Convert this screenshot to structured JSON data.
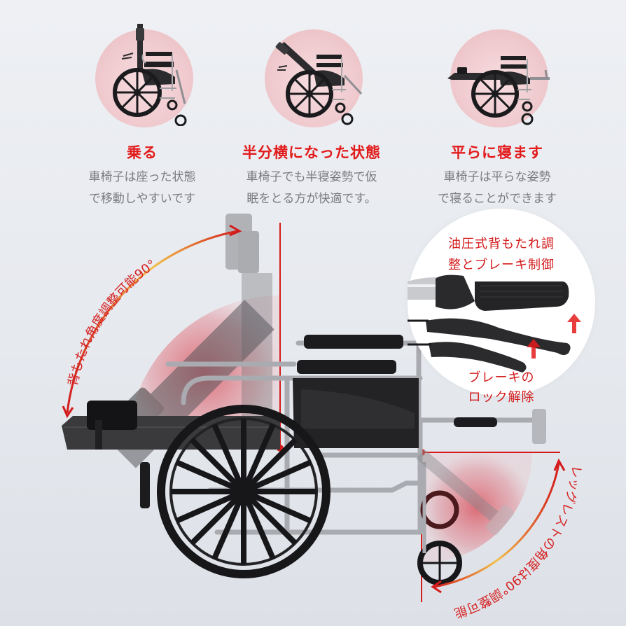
{
  "modes": [
    {
      "title": "乗る",
      "description_lines": [
        "車椅子は座った状態",
        "で移動しやすいです"
      ],
      "pose": "sitting"
    },
    {
      "title": "半分横になった状態",
      "description_lines": [
        "車椅子でも半寝姿勢で仮",
        "眠をとる方が快適です。"
      ],
      "pose": "half-reclined"
    },
    {
      "title": "平らに寝ます",
      "description_lines": [
        "車椅子は平らな姿勢",
        "で寝ることができます"
      ],
      "pose": "flat"
    }
  ],
  "backrest_annotation": {
    "text": "背もたれ角度調整可能90°",
    "angle_range": "90°"
  },
  "legrest_annotation": {
    "text": "レッグレストの角度は90°調整可能",
    "angle_range": "90°"
  },
  "callout": {
    "title_lines": [
      "油圧式背もたれ調",
      "整とブレーキ制御"
    ],
    "sub_lines": [
      "ブレーキの",
      "ロック解除"
    ],
    "icons": [
      "brake-lever-icon",
      "up-arrow-icon"
    ]
  },
  "colors": {
    "accent_red": "#e31b1b",
    "text_gray": "#7a7a7e",
    "background": "#e9ecf0",
    "highlight_pink": "#e8a0a8"
  }
}
